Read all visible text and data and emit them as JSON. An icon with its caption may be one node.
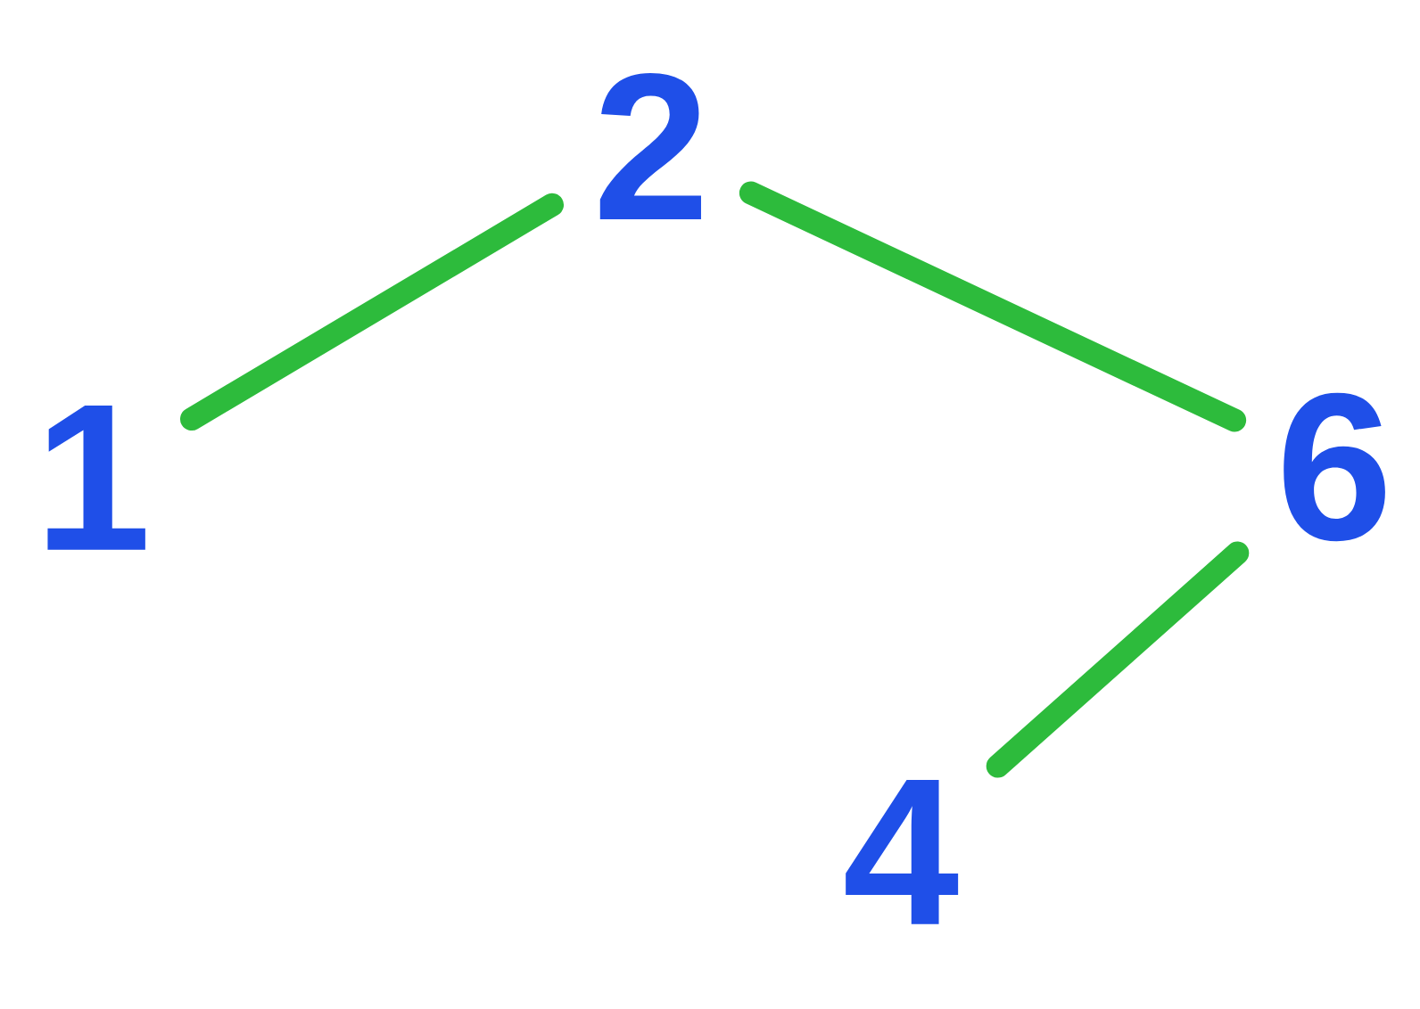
{
  "diagram": {
    "nodes": [
      {
        "text": [
          "1"
        ]
      },
      {
        "text": [
          "2"
        ]
      },
      {
        "text": [
          "6"
        ]
      },
      {
        "text": [
          "4"
        ]
      }
    ],
    "edges": [
      {
        "from": 0,
        "to": 1,
        "arrow": "none"
      },
      {
        "from": 1,
        "to": 2,
        "arrow": "none"
      },
      {
        "from": 2,
        "to": 3,
        "arrow": "none"
      }
    ]
  }
}
